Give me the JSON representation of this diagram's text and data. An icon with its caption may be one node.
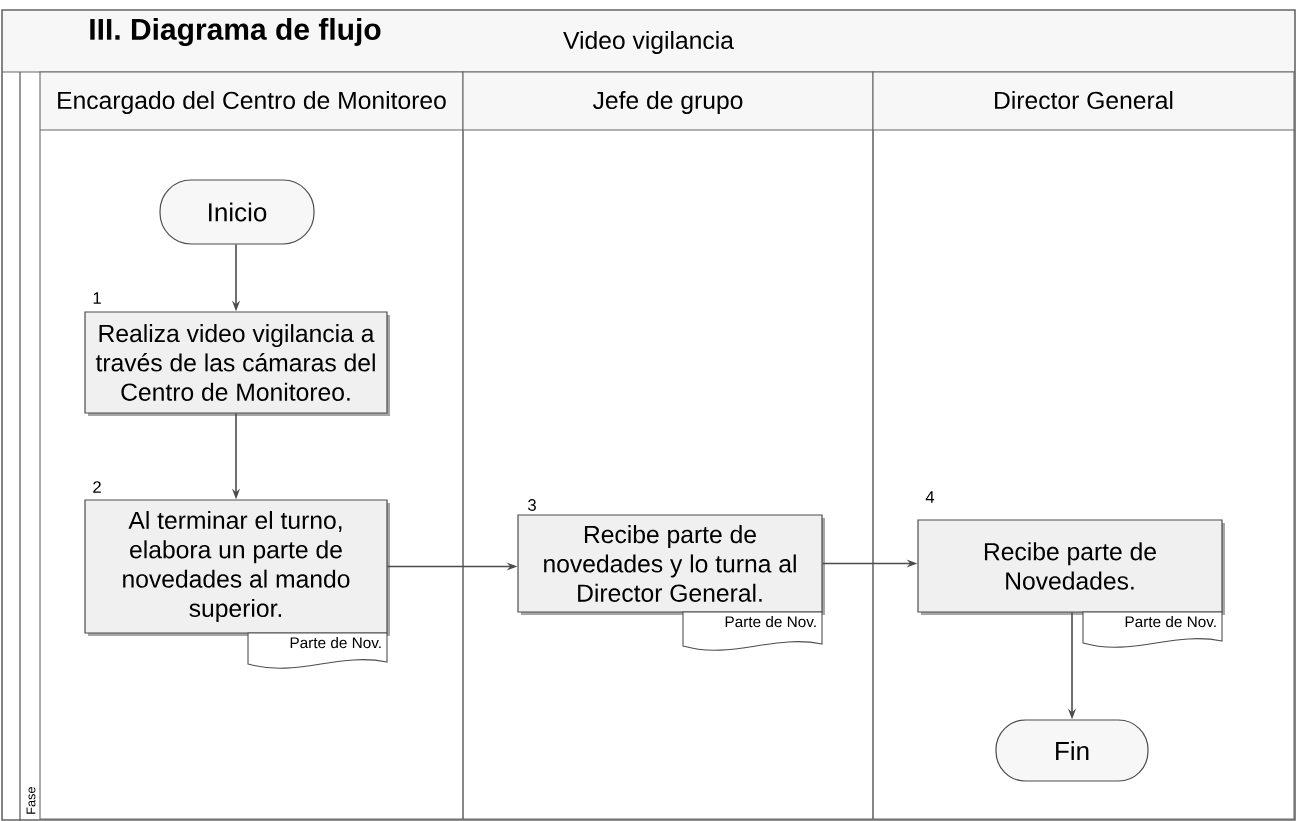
{
  "diagram": {
    "title": "III. Diagrama de flujo",
    "nodes": [
      {
        "text": [
          "Video vigilancia"
        ]
      },
      {
        "text": [
          "Encargado del Centro de Monitoreo"
        ],
        "in": 0
      },
      {
        "text": [
          "Jefe de grupo"
        ],
        "in": 0
      },
      {
        "text": [
          "Director General"
        ],
        "in": 0
      },
      {
        "text": [
          "Inicio"
        ],
        "in": 1
      },
      {
        "text": [
          "Realiza video vigilancia a través de las cámaras del Centro de Monitoreo."
        ],
        "beside": [
          "1"
        ],
        "in": 1
      },
      {
        "text": [
          "Al terminar el turno, elabora un parte de novedades al mando superior."
        ],
        "beside": [
          "2"
        ],
        "in": 1
      },
      {
        "text": [
          "Parte de Nov."
        ],
        "in": 1
      },
      {
        "text": [
          "Recibe parte de novedades y lo turna al Director General."
        ],
        "beside": [
          "3"
        ],
        "in": 2
      },
      {
        "text": [
          "Parte de Nov."
        ],
        "in": 2
      },
      {
        "text": [
          "Recibe parte de Novedades."
        ],
        "beside": [
          "4"
        ],
        "in": 3
      },
      {
        "text": [
          "Parte de Nov."
        ],
        "in": 3
      },
      {
        "text": [
          "Fin"
        ],
        "in": 3
      }
    ],
    "edges": [
      {
        "from": 4,
        "to": 5,
        "arrow": "to"
      },
      {
        "from": 5,
        "to": 6,
        "arrow": "to"
      },
      {
        "from": 6,
        "to": 8,
        "arrow": "to"
      },
      {
        "from": 8,
        "to": 10,
        "arrow": "to"
      },
      {
        "from": 10,
        "to": 12,
        "arrow": "to"
      }
    ],
    "labels": [
      "Fase"
    ]
  }
}
